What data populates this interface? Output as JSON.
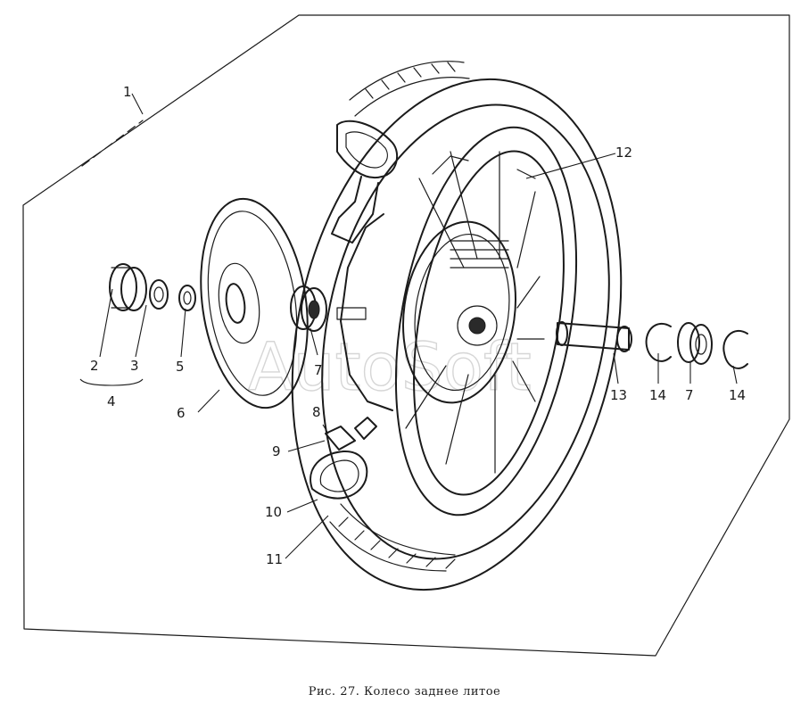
{
  "caption": "Рис. 27. Колесо заднее литое",
  "watermark": "AutoSoft",
  "callouts": [
    {
      "id": "c1",
      "text": "1"
    },
    {
      "id": "c2",
      "text": "2"
    },
    {
      "id": "c3",
      "text": "3"
    },
    {
      "id": "c4",
      "text": "4"
    },
    {
      "id": "c5",
      "text": "5"
    },
    {
      "id": "c6",
      "text": "6"
    },
    {
      "id": "c7a",
      "text": "7"
    },
    {
      "id": "c8",
      "text": "8"
    },
    {
      "id": "c9",
      "text": "9"
    },
    {
      "id": "c10",
      "text": "10"
    },
    {
      "id": "c11",
      "text": "11"
    },
    {
      "id": "c12",
      "text": "12"
    },
    {
      "id": "c13",
      "text": "13"
    },
    {
      "id": "c14a",
      "text": "14"
    },
    {
      "id": "c7b",
      "text": "7"
    },
    {
      "id": "c14b",
      "text": "14"
    }
  ]
}
